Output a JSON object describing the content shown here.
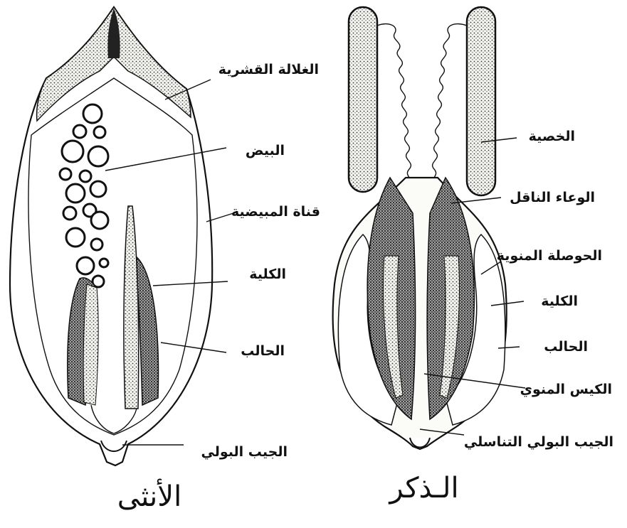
{
  "female": {
    "caption": "الأنثى",
    "labels": {
      "skin_layer": "الغلالة القشرية",
      "eggs": "البيض",
      "oviduct": "قناة المبيضية",
      "kidney": "الكلية",
      "ureter": "الحالب",
      "urinary_sinus": "الجيب البولي"
    }
  },
  "male": {
    "caption": "الـذكر",
    "labels": {
      "testis": "الخصية",
      "vas_deferens": "الوعاء الناقل",
      "seminal_vesicle": "الحوصلة المنوية",
      "kidney": "الكلية",
      "ureter": "الحالب",
      "seminal_sac": "الكيس المنوي",
      "urogenital_sinus": "الجيب البولي التناسلي"
    }
  }
}
